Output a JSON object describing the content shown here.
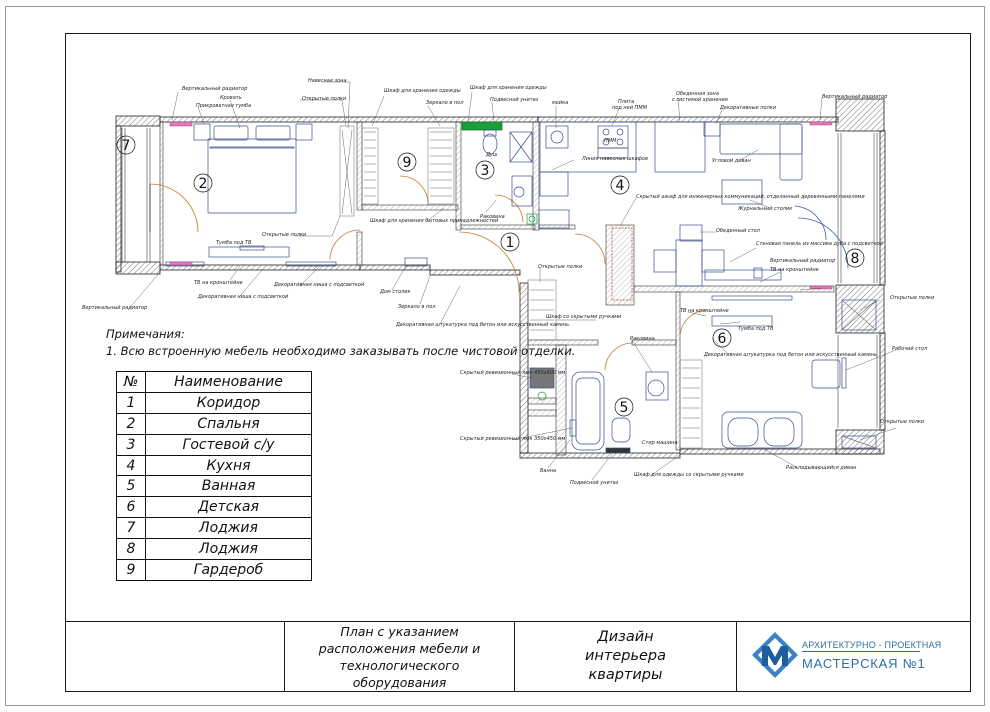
{
  "rooms_table": {
    "header_num": "№",
    "header_name": "Наименование",
    "rows": [
      {
        "num": "1",
        "name": "Коридор"
      },
      {
        "num": "2",
        "name": "Спальня"
      },
      {
        "num": "3",
        "name": "Гостевой с/у"
      },
      {
        "num": "4",
        "name": "Кухня"
      },
      {
        "num": "5",
        "name": "Ванная"
      },
      {
        "num": "6",
        "name": "Детская"
      },
      {
        "num": "7",
        "name": "Лоджия"
      },
      {
        "num": "8",
        "name": "Лоджия"
      },
      {
        "num": "9",
        "name": "Гардероб"
      }
    ]
  },
  "notes": {
    "title": "Примечания:",
    "line1": "1. Всю встроенную мебель необходимо заказывать после чистовой отделки."
  },
  "title_block": {
    "sheet_title": "План с указанием расположения мебели и технологического оборудования",
    "project": "Дизайн интерьера квартиры",
    "company_line1": "АРХИТЕКТУРНО - ПРОЕКТНАЯ",
    "company_line2": "МАСТЕРСКАЯ №1"
  },
  "plan": {
    "room_numbers": [
      "1",
      "2",
      "3",
      "4",
      "5",
      "6",
      "7",
      "8",
      "9"
    ],
    "labels": {
      "radiator_top": "Вертикальный радиатор",
      "bed": "Кровать",
      "nightstand": "Прикроватная тумба",
      "hanger_zone": "Навесная зона",
      "open_shelves_1": "Открытые полки",
      "wardrobe_1": "Шкаф для хранения одежды",
      "mirror_floor_1": "Зеркало в пол",
      "wardrobe_2": "Шкаф для хранения одежды",
      "wall_toilet_1": "Подвесной унитаз",
      "sink_kitchen": "мойка",
      "hob": "Плита",
      "dishwasher": "под ней ПММ",
      "dining_zone": "Обеденная зона",
      "storage_system": "с системой хранения",
      "decor_shelves": "Декоративные полки",
      "radiator_right": "Вертикальный радиатор",
      "corner_sofa": "Угловой диван",
      "shower": "Душ",
      "upper_cabinets": "Линия навесных шкафов",
      "coffee_table": "Журнальный столик",
      "hidden_cabinet": "Скрытый шкаф для инженерных коммуникаций, отделанный деревянными панелями",
      "wardrobe_hoods": "Шкаф для хранения бытовых принадлежностей",
      "open_shelves_2": "Открытые полки",
      "sink_3": "Раковина",
      "tv_stand": "Тумба под ТВ",
      "tv_bracket_1": "ТВ на кронштейне",
      "decor_niche_1": "Декоративная ниша с подсветкой",
      "decor_niche_2": "Декоративная ниша с подсветкой",
      "radiator_bottom": "Вертикальный радиатор",
      "desk": "Дом столик",
      "mirror_floor_2": "Зеркало в пол",
      "decor_plaster_1": "Декоративная штукатурка под бетон или искусственный камень",
      "open_shelves_3": "Открытые полки",
      "wardrobe_3": "Шкаф со скрытыми ручками",
      "dining_table": "Обеденный стол",
      "panel": "Стеновая панель из массива дуба с подсветкой",
      "radiator_child": "Вертикальный радиатор",
      "tv_bracket_2": "ТВ на кронштейне",
      "tv_bracket_3": "ТВ на кронштейне",
      "tv_stand_2": "Тумба под ТВ",
      "decor_plaster_2": "Декоративная штукатурка под бетон или искусственный камень",
      "open_shelves_4": "Открытые полки",
      "work_desk": "Рабочий стол",
      "open_shelves_5": "Открытые полки",
      "hidden_riser_1": "Скрытый ревизионный люк 450x600 мм",
      "sink_5": "Раковина",
      "hidden_riser_2": "Скрытый ревизионный люк 350x450 мм",
      "bath": "Ванна",
      "wall_toilet_2": "Подвесной унитаз",
      "wardrobe_4": "Шкаф для одежды со скрытыми ручками",
      "sofa_bed": "Раскладывающийся диван",
      "pmm": "ПММ",
      "washer": "Стир машина"
    }
  }
}
